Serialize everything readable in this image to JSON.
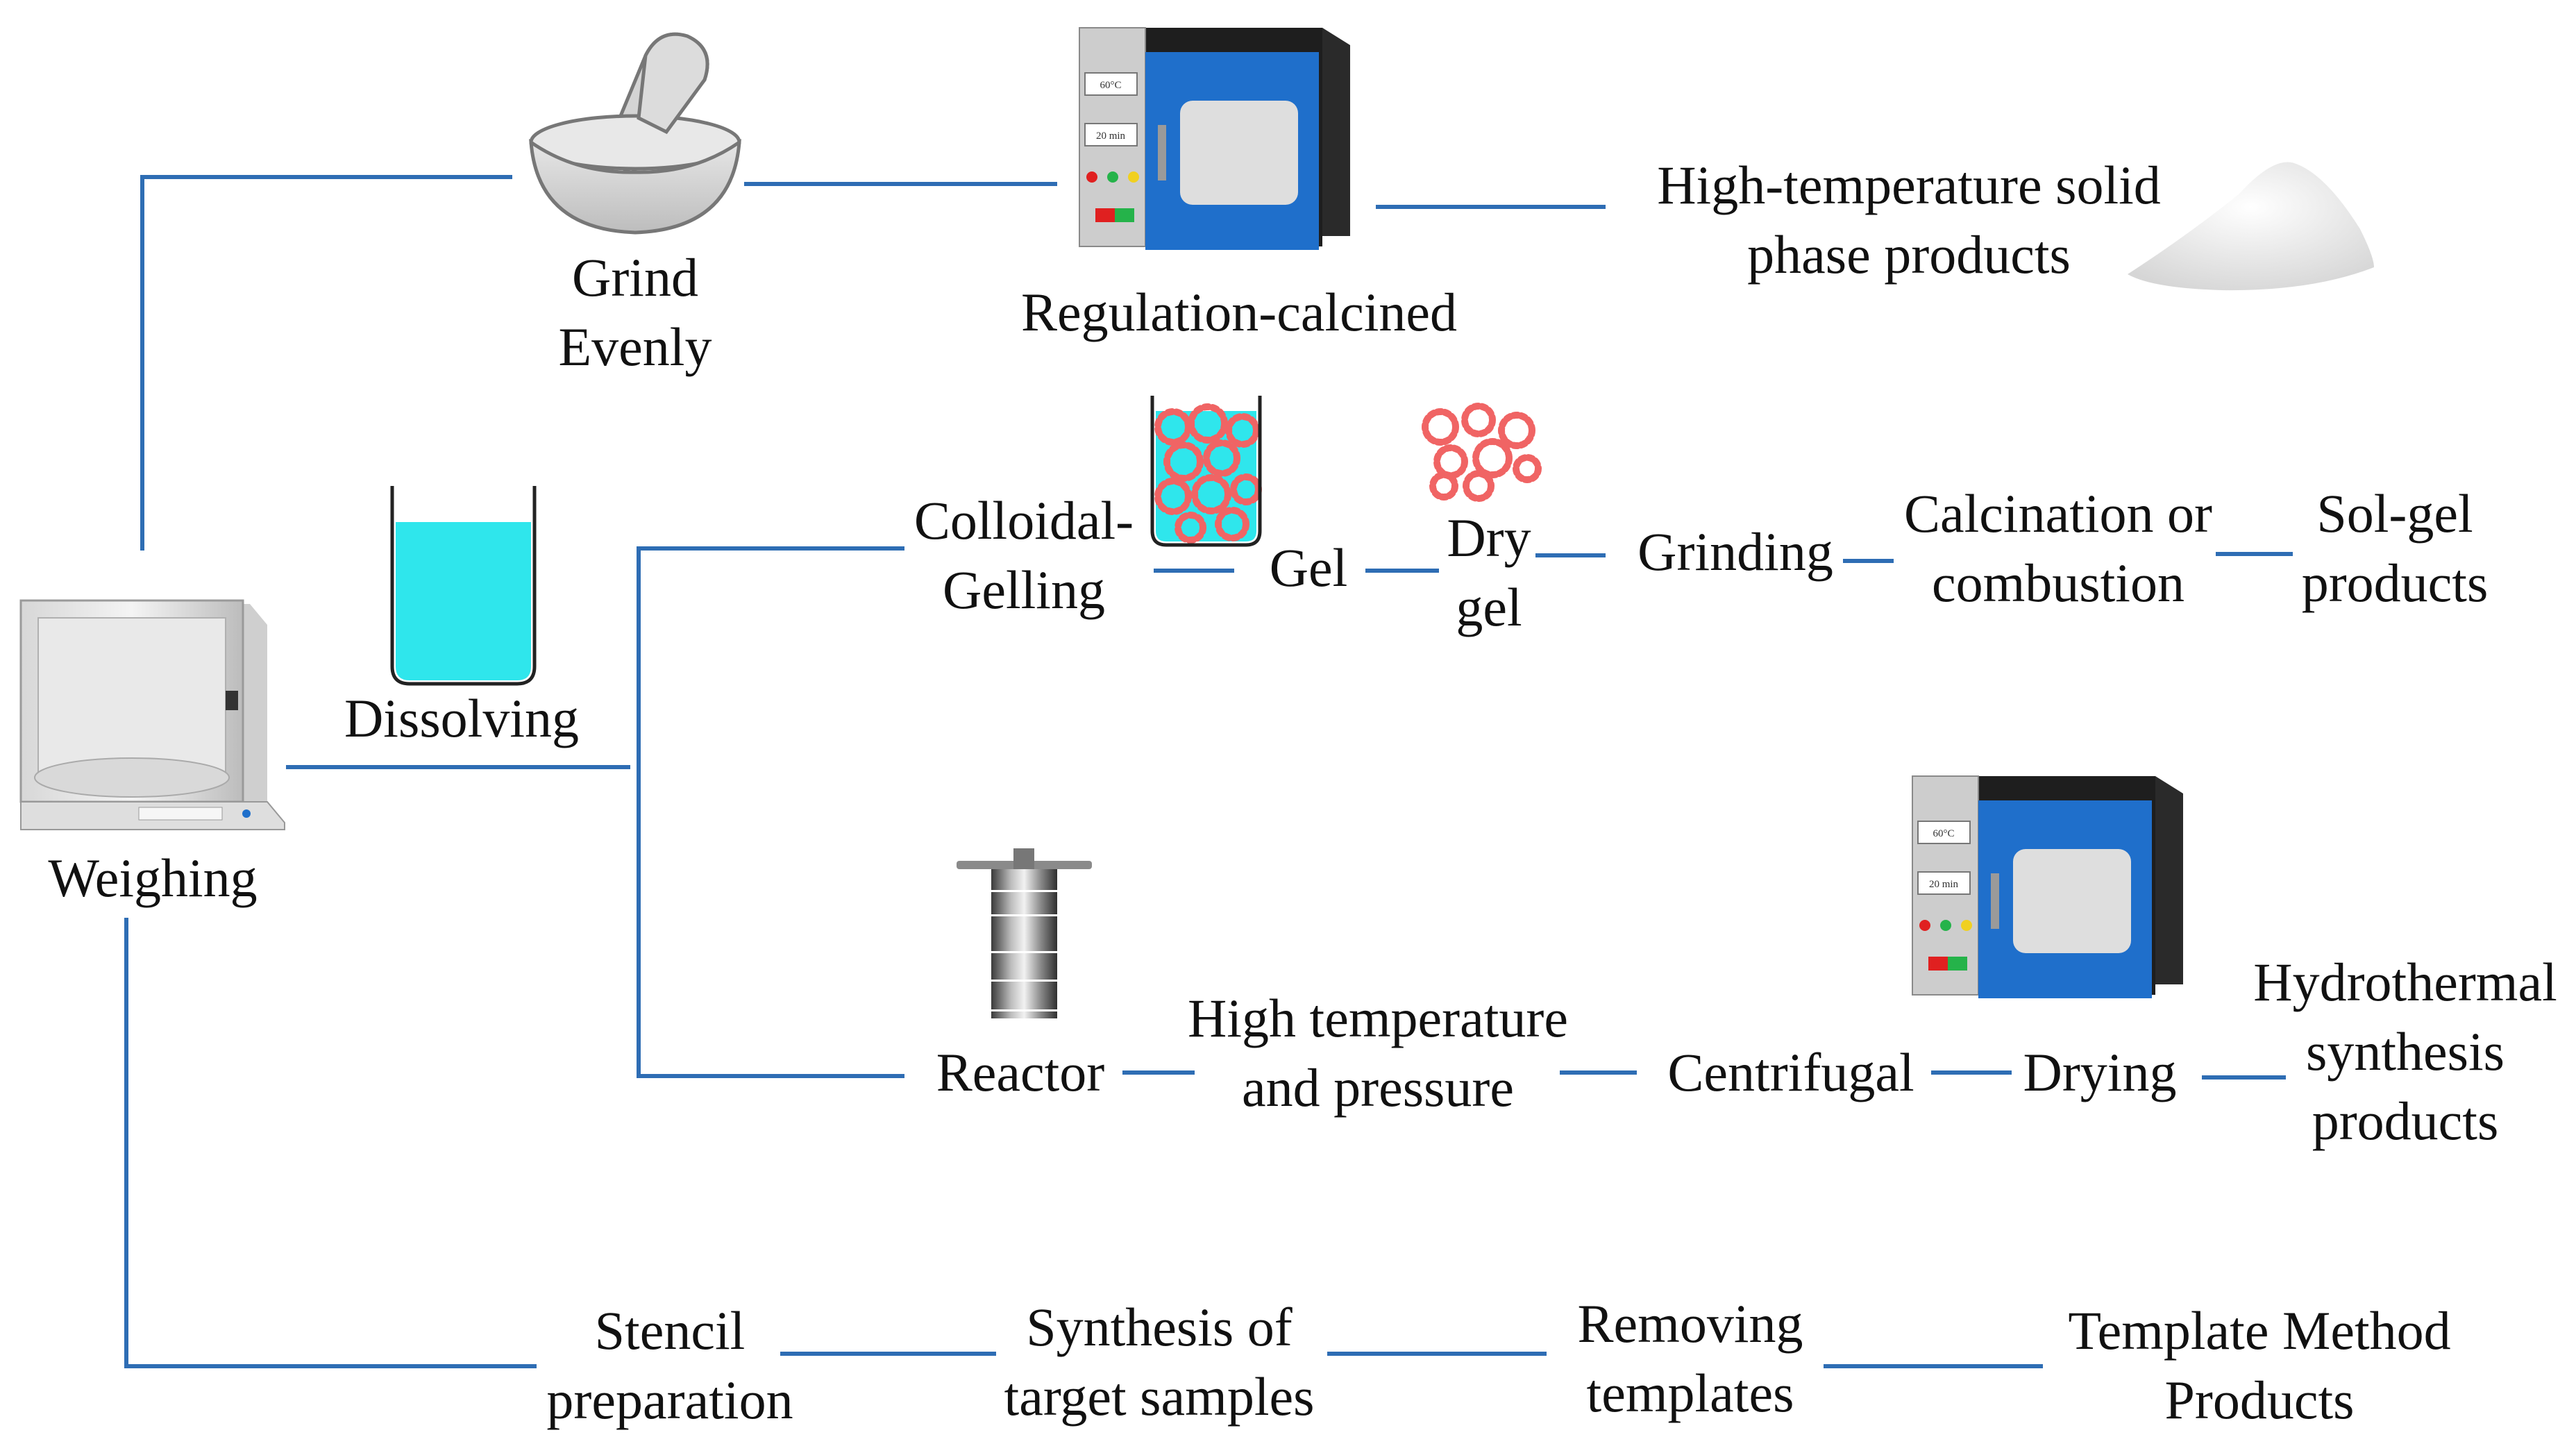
{
  "steps": {
    "weighing": "Weighing",
    "grind": [
      "Grind",
      "Evenly"
    ],
    "regulation": "Regulation-calcined",
    "hightemp_product": [
      "High-temperature solid",
      "phase products"
    ],
    "dissolving": "Dissolving",
    "colloidal": [
      "Colloidal-",
      "Gelling"
    ],
    "gel": "Gel",
    "drygel": [
      "Dry",
      "gel"
    ],
    "grinding": "Grinding",
    "calcination": [
      "Calcination or",
      "combustion"
    ],
    "solgel_product": [
      "Sol-gel",
      "products"
    ],
    "reactor": "Reactor",
    "hightemp_pressure": [
      "High temperature",
      "and pressure"
    ],
    "centrifugal": "Centrifugal",
    "drying": "Drying",
    "hydrothermal_product": [
      "Hydrothermal",
      "synthesis",
      "products"
    ],
    "stencil": [
      "Stencil",
      "preparation"
    ],
    "synthesis_target": [
      "Synthesis of",
      "target samples"
    ],
    "removing": [
      "Removing",
      "templates"
    ],
    "template_product": [
      "Template Method",
      "Products"
    ]
  },
  "oven": {
    "temp": "60°C",
    "time": "20 min"
  },
  "colors": {
    "line": "#2E6DB4",
    "oven_body": "#1F6FCB",
    "liquid": "#2FE6EC",
    "gel_red": "#F06464"
  },
  "icons": [
    "balance-icon",
    "mortar-pestle-icon",
    "oven-icon",
    "powder-pile-icon",
    "beaker-icon",
    "gel-beaker-icon",
    "dry-gel-icon",
    "autoclave-reactor-icon"
  ]
}
